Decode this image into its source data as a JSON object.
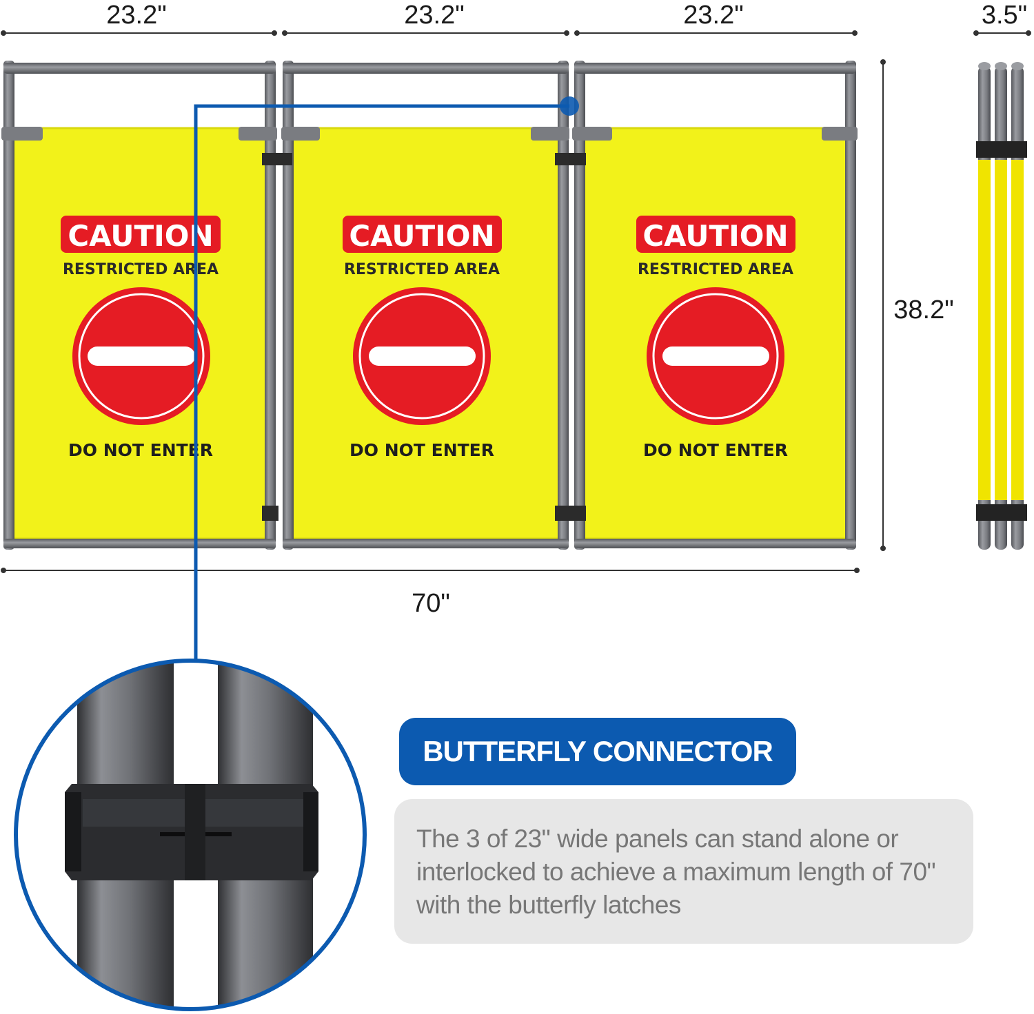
{
  "dimensions": {
    "panel_width_1": "23.2\"",
    "panel_width_2": "23.2\"",
    "panel_width_3": "23.2\"",
    "folded_depth": "3.5\"",
    "height": "38.2\"",
    "total_length": "70\""
  },
  "panels": [
    {
      "caution": "CAUTION",
      "subtitle": "RESTRICTED  AREA",
      "notice": "DO NOT ENTER"
    },
    {
      "caution": "CAUTION",
      "subtitle": "RESTRICTED  AREA",
      "notice": "DO NOT ENTER"
    },
    {
      "caution": "CAUTION",
      "subtitle": "RESTRICTED  AREA",
      "notice": "DO NOT ENTER"
    }
  ],
  "feature": {
    "title": "BUTTERFLY CONNECTOR",
    "description": "The 3 of 23\" wide panels can stand alone or interlocked to achieve a maximum length of 70\" with the butterfly latches"
  },
  "colors": {
    "accent_blue": "#0c5ab0",
    "panel_yellow": "#f2f21a",
    "sign_red": "#e51c24",
    "frame_gray": "#7b7d82"
  }
}
